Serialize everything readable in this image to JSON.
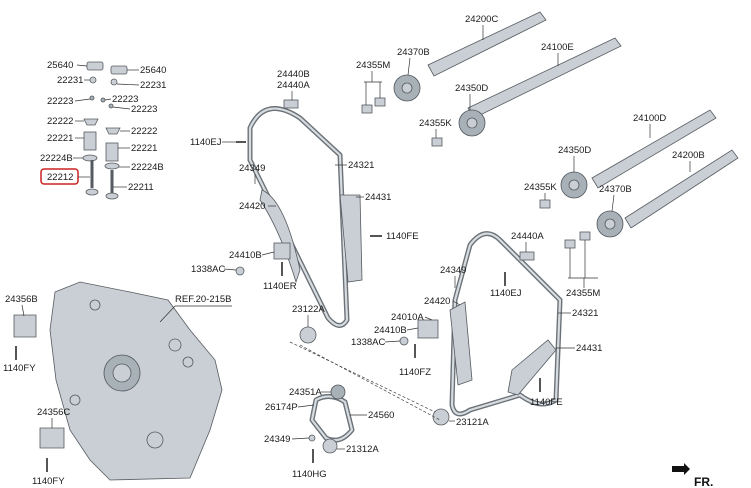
{
  "diagram": {
    "highlight_color": "#cc2222",
    "direction_label": "FR.",
    "ref_label": "REF.20-215B",
    "labels": {
      "p25640_l": "25640",
      "p25640_r": "25640",
      "p22231_l": "22231",
      "p22231_r": "22231",
      "p22223_a": "22223",
      "p22223_b": "22223",
      "p22223_c": "22223",
      "p22222_l": "22222",
      "p22222_r": "22222",
      "p22221_l": "22221",
      "p22221_r": "22221",
      "p22224b_l": "22224B",
      "p22224b_r": "22224B",
      "p22212": "22212",
      "p22211": "22211",
      "p24356b": "24356B",
      "p1140fy_a": "1140FY",
      "p24356c": "24356C",
      "p1140fy_b": "1140FY",
      "p24440b": "24440B",
      "p24440a_l": "24440A",
      "p1140ej_l": "1140EJ",
      "p24321_l": "24321",
      "p24349_l": "24349",
      "p24431_l": "24431",
      "p24420_l": "24420",
      "p1140fe_l": "1140FE",
      "p24410b_l": "24410B",
      "p1338ac_l": "1338AC",
      "p1140er": "1140ER",
      "p23122a": "23122A",
      "p24200c": "24200C",
      "p24370b_t": "24370B",
      "p24355m_t": "24355M",
      "p24100e": "24100E",
      "p24350d_t": "24350D",
      "p24355k_t": "24355K",
      "p24100d": "24100D",
      "p24350d_r": "24350D",
      "p24200b": "24200B",
      "p24355k_r": "24355K",
      "p24370b_r": "24370B",
      "p24440a_r": "24440A",
      "p24349_r": "24349",
      "p1140ej_r": "1140EJ",
      "p24420_r": "24420",
      "p24010a": "24010A",
      "p24410b_r": "24410B",
      "p1338ac_r": "1338AC",
      "p24321_r": "24321",
      "p24355m_r": "24355M",
      "p24431_r": "24431",
      "p1140fz": "1140FZ",
      "p1140fe_r": "1140FE",
      "p24351a": "24351A",
      "p26174p": "26174P",
      "p24560": "24560",
      "p24349_b": "24349",
      "p21312a": "21312A",
      "p1140hg": "1140HG",
      "p23121a": "23121A"
    }
  }
}
